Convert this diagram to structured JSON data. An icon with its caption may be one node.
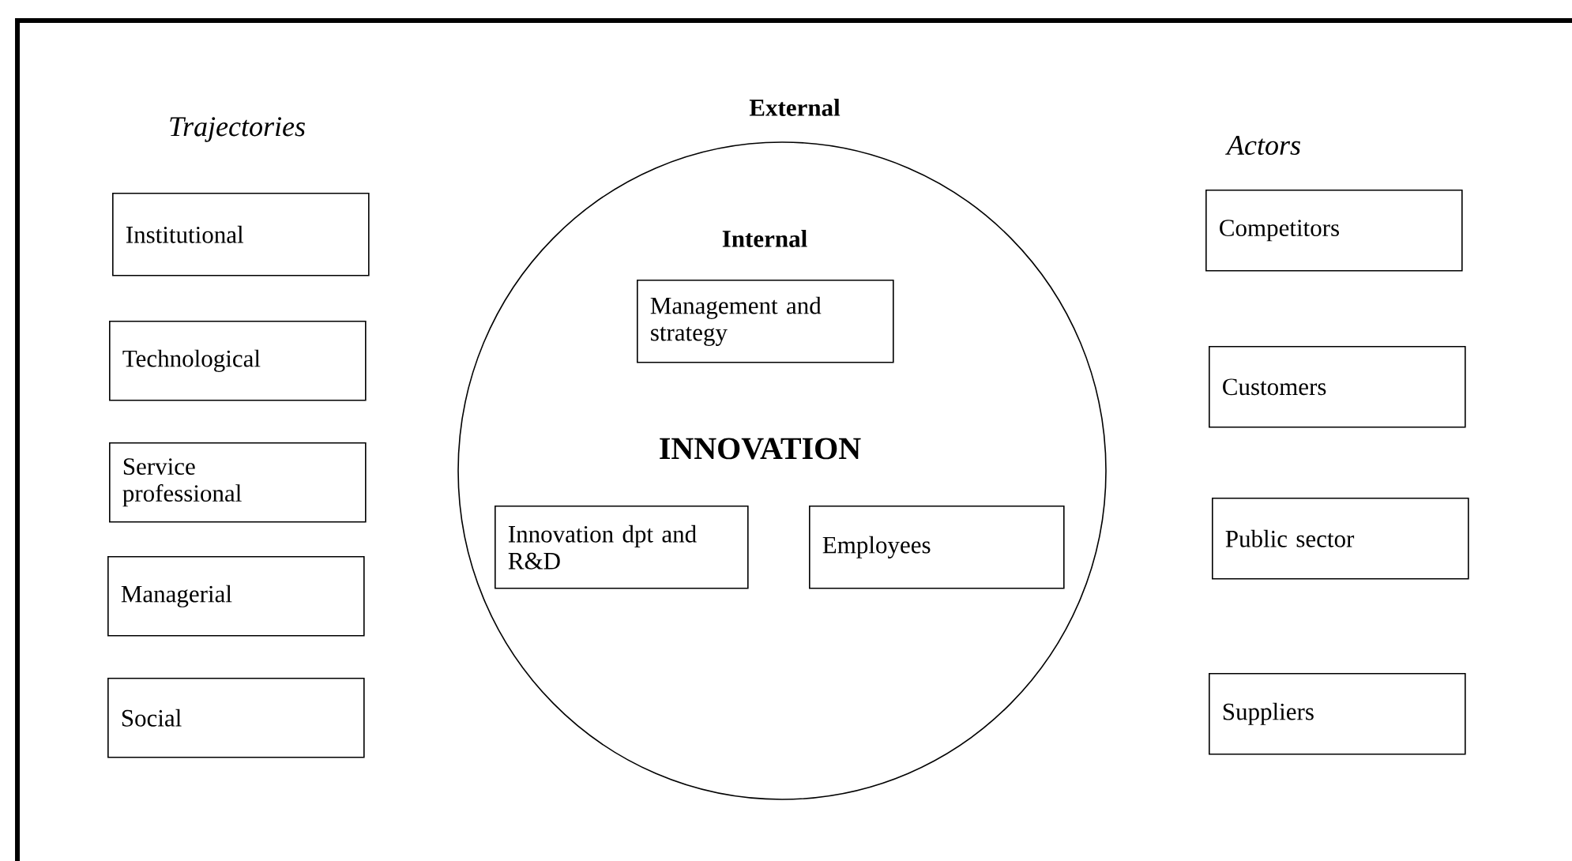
{
  "diagram": {
    "nodes": [
      {
        "text": [
          "Institutional"
        ]
      },
      {
        "text": [
          "Technological"
        ]
      },
      {
        "text": [
          "Service professional"
        ]
      },
      {
        "text": [
          "Managerial"
        ]
      },
      {
        "text": [
          "Social"
        ]
      },
      {
        "text": [
          "External",
          "Internal",
          "INNOVATION"
        ]
      },
      {
        "text": [
          "Management and strategy"
        ],
        "in": 5
      },
      {
        "text": [
          "Innovation dpt and R&D"
        ],
        "in": 5
      },
      {
        "text": [
          "Employees"
        ],
        "in": 5
      },
      {
        "text": [
          "Competitors"
        ]
      },
      {
        "text": [
          "Customers"
        ]
      },
      {
        "text": [
          "Public sector"
        ]
      },
      {
        "text": [
          "Suppliers"
        ]
      }
    ],
    "labels": [
      "Trajectories",
      "Actors"
    ]
  }
}
